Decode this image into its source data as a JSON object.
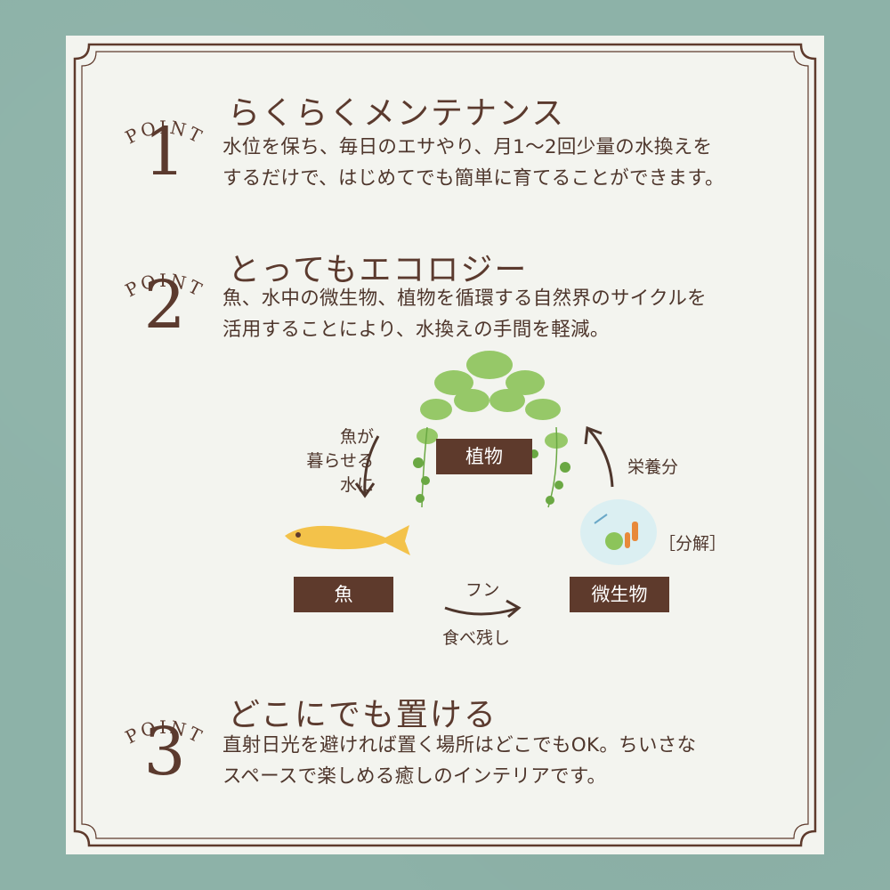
{
  "points": [
    {
      "badge": "POINT",
      "number": "1",
      "heading": "らくらくメンテナンス",
      "body": [
        "水位を保ち、毎日のエサやり、月1〜2回少量の水換えを",
        "するだけで、はじめてでも簡単に育てることができます。"
      ]
    },
    {
      "badge": "POINT",
      "number": "2",
      "heading": "とってもエコロジー",
      "body": [
        "魚、水中の微生物、植物を循環する自然界のサイクルを",
        "活用することにより、水換えの手間を軽減。"
      ]
    },
    {
      "badge": "POINT",
      "number": "3",
      "heading": "どこにでも置ける",
      "body": [
        "直射日光を避ければ置く場所はどこでもOK。ちいさな",
        "スペースで楽しめる癒しのインテリアです。"
      ]
    }
  ],
  "cycle": {
    "plant_label": "植物",
    "fish_label": "魚",
    "microbe_label": "微生物",
    "fish_note": [
      "魚が",
      "暮らせる",
      "水に"
    ],
    "nutrient_note": "栄養分",
    "decompose_note": "［分解］",
    "waste_note_top": "フン",
    "waste_note_bottom": "食べ残し"
  },
  "colors": {
    "background": "#8db2a8",
    "card": "#f3f4ef",
    "brown": "#5e3a2c",
    "leaf": "#7fbf4d",
    "fish": "#f3c24a"
  }
}
